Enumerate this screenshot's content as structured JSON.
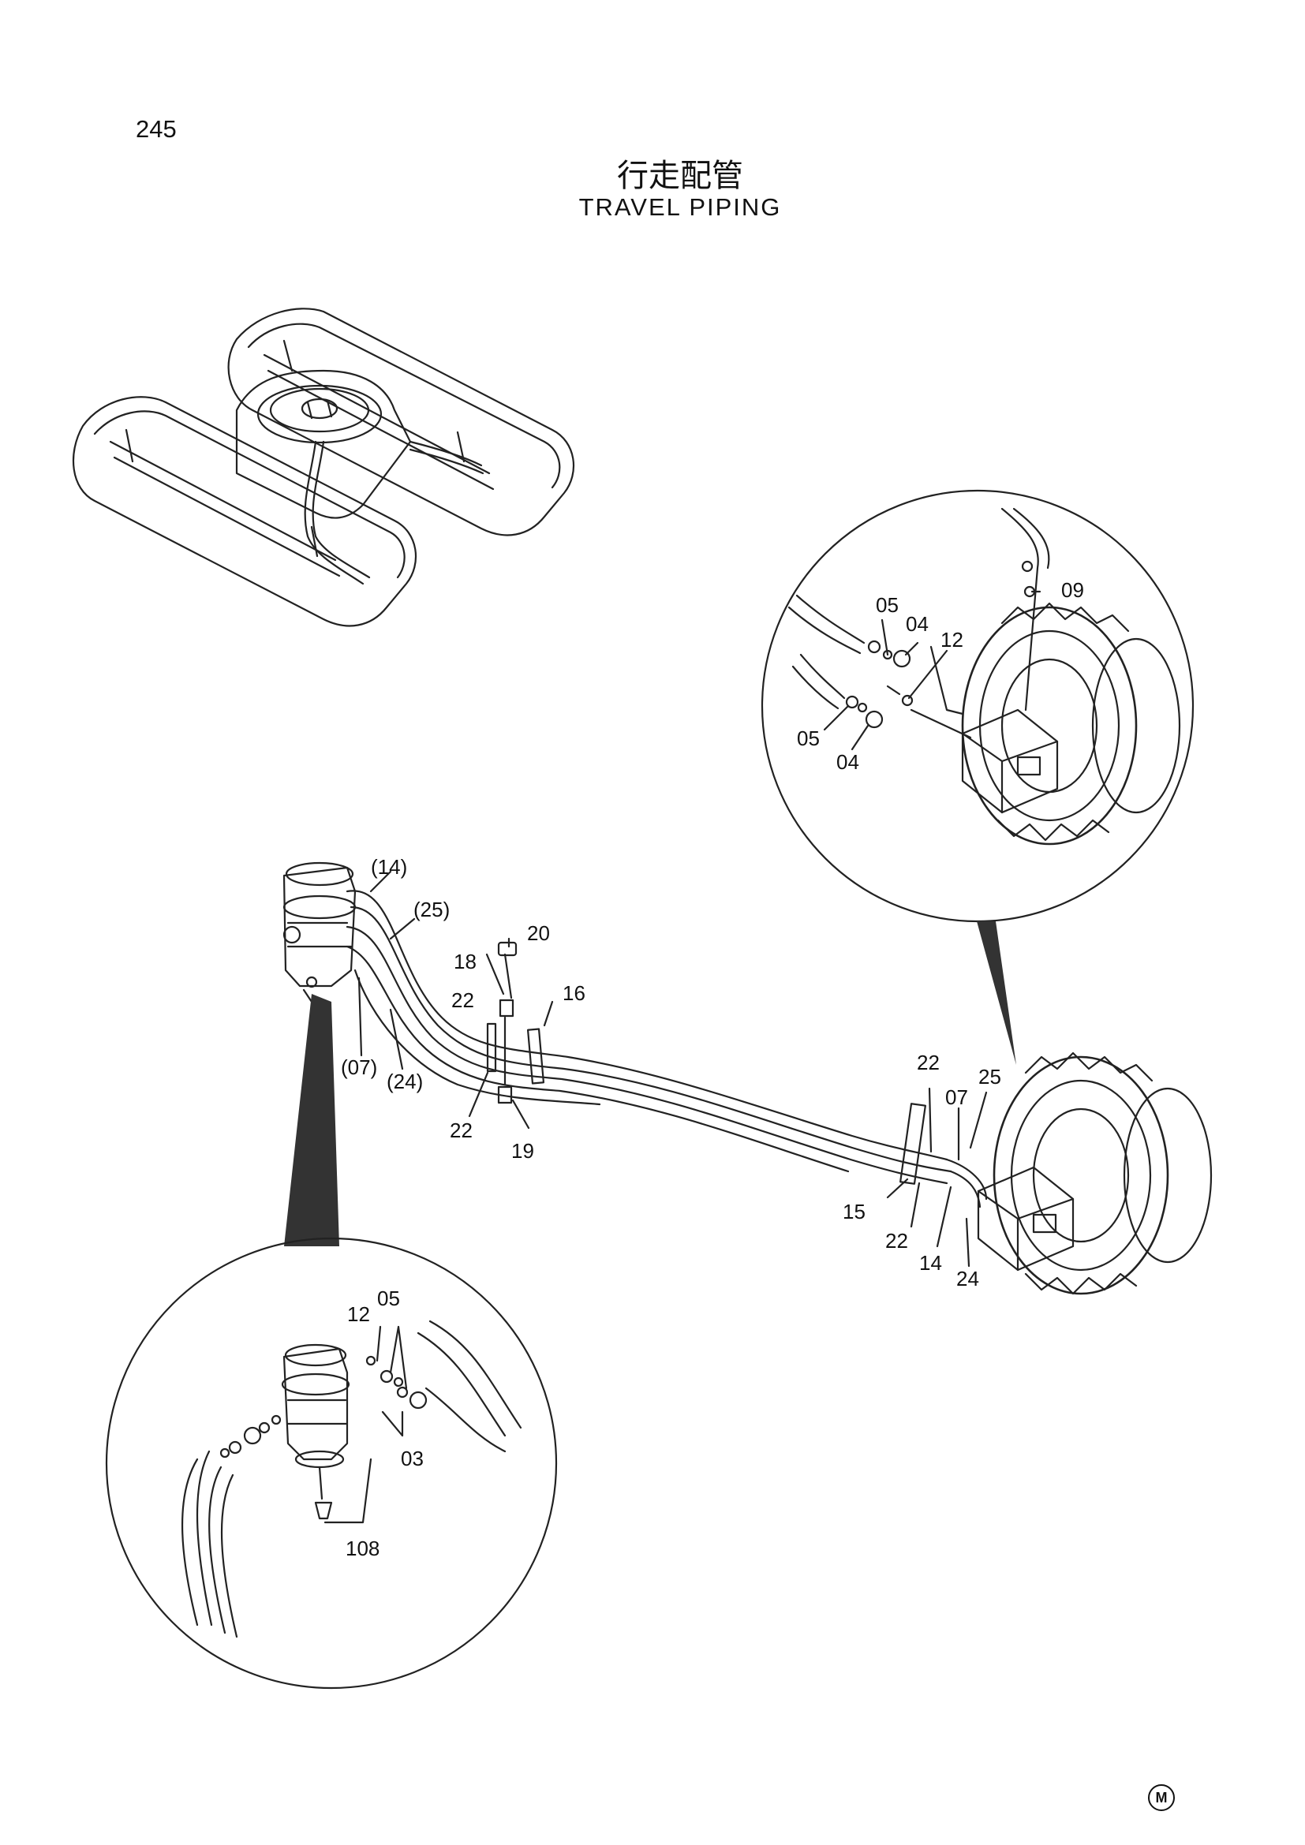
{
  "page": {
    "number": "245",
    "title_cn": "行走配管",
    "title_en": "TRAVEL PIPING",
    "mark": "M"
  },
  "labels": {
    "top_detail": [
      "05",
      "04",
      "12",
      "09",
      "05",
      "04"
    ],
    "main": [
      "(14)",
      "(25)",
      "20",
      "18",
      "22",
      "16",
      "(07)",
      "(24)",
      "22",
      "19",
      "22",
      "25",
      "07",
      "15",
      "22",
      "14",
      "24"
    ],
    "bottom_detail": [
      "12",
      "05",
      "03",
      "108"
    ]
  }
}
